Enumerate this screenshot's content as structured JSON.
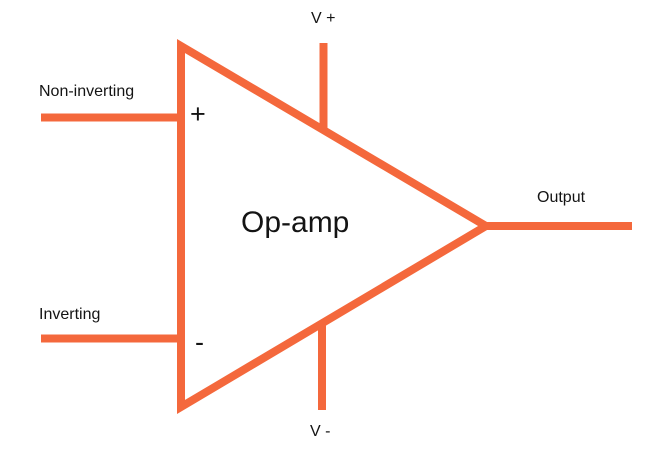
{
  "title": "Op-amp",
  "colors": {
    "wire": "#F4683C",
    "text": "#141414",
    "background": "#ffffff"
  },
  "labels": {
    "non_inverting": "Non-inverting",
    "inverting": "Inverting",
    "v_plus": "V +",
    "v_minus": "V -",
    "output": "Output",
    "plus_sign": "+",
    "minus_sign": "-"
  }
}
